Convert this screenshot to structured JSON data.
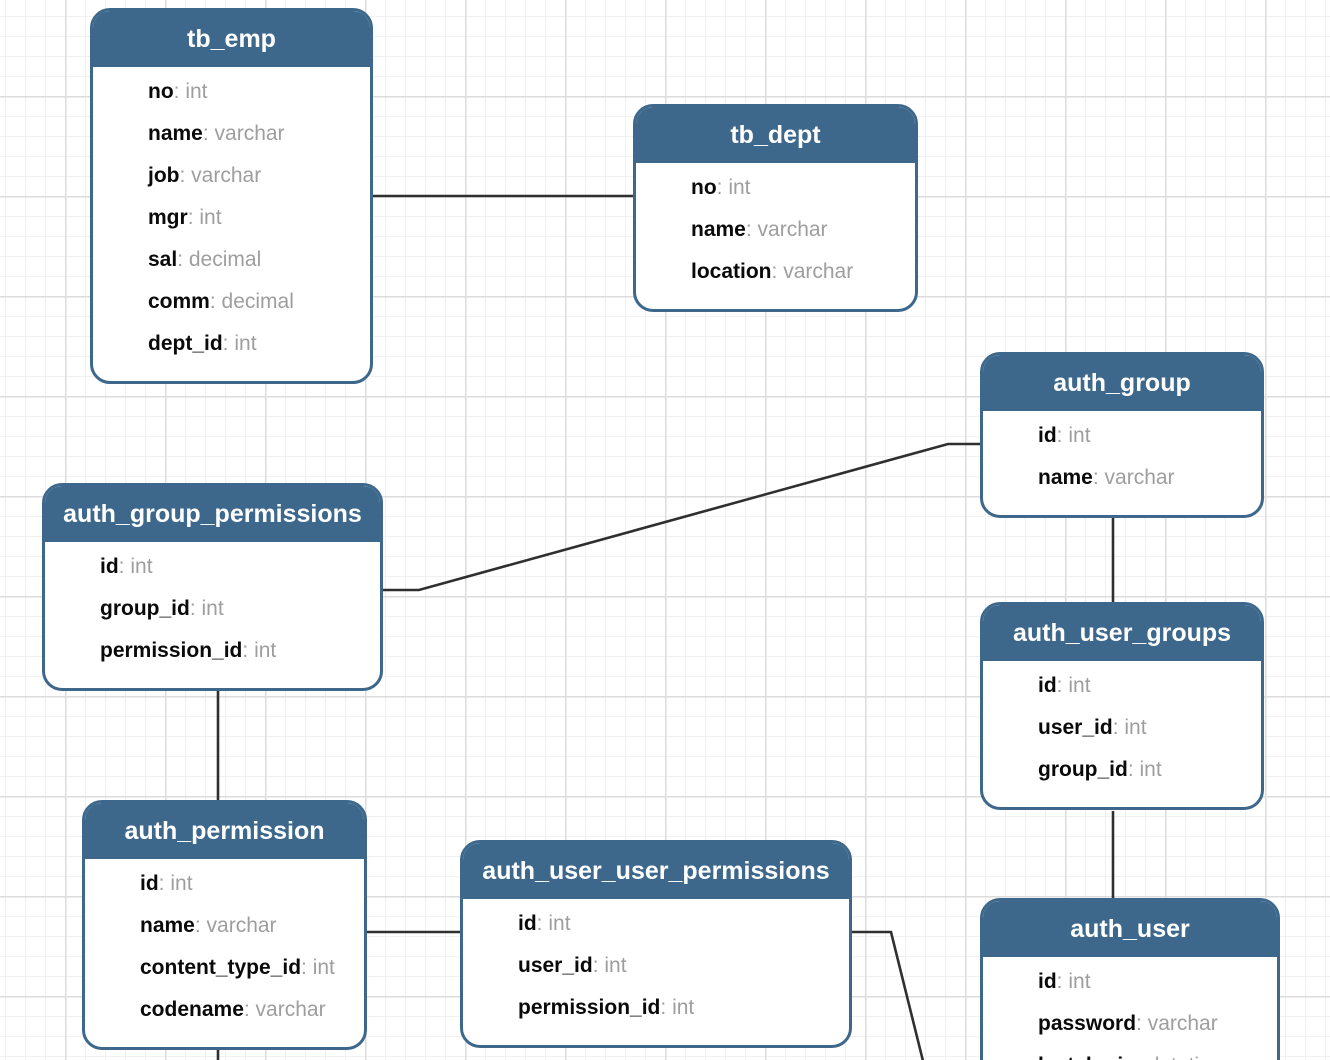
{
  "diagram": {
    "kind": "database-schema-er-diagram",
    "colors": {
      "table_accent": "#3d688c",
      "table_body": "#ffffff",
      "field_name": "#0a0a0a",
      "field_type": "#9e9e9e",
      "connection_line": "#2f2f2f",
      "grid_minor": "#f0f0f0",
      "grid_major": "#dcdcdc",
      "background": "#ffffff"
    }
  },
  "tables": [
    {
      "title": "tb_emp",
      "fields": [
        {
          "name": "no",
          "type": "int"
        },
        {
          "name": "name",
          "type": "varchar"
        },
        {
          "name": "job",
          "type": "varchar"
        },
        {
          "name": "mgr",
          "type": "int"
        },
        {
          "name": "sal",
          "type": "decimal"
        },
        {
          "name": "comm",
          "type": "decimal"
        },
        {
          "name": "dept_id",
          "type": "int"
        }
      ]
    },
    {
      "title": "tb_dept",
      "fields": [
        {
          "name": "no",
          "type": "int"
        },
        {
          "name": "name",
          "type": "varchar"
        },
        {
          "name": "location",
          "type": "varchar"
        }
      ]
    },
    {
      "title": "auth_group",
      "fields": [
        {
          "name": "id",
          "type": "int"
        },
        {
          "name": "name",
          "type": "varchar"
        }
      ]
    },
    {
      "title": "auth_group_permissions",
      "fields": [
        {
          "name": "id",
          "type": "int"
        },
        {
          "name": "group_id",
          "type": "int"
        },
        {
          "name": "permission_id",
          "type": "int"
        }
      ]
    },
    {
      "title": "auth_user_groups",
      "fields": [
        {
          "name": "id",
          "type": "int"
        },
        {
          "name": "user_id",
          "type": "int"
        },
        {
          "name": "group_id",
          "type": "int"
        }
      ]
    },
    {
      "title": "auth_permission",
      "fields": [
        {
          "name": "id",
          "type": "int"
        },
        {
          "name": "name",
          "type": "varchar"
        },
        {
          "name": "content_type_id",
          "type": "int"
        },
        {
          "name": "codename",
          "type": "varchar"
        }
      ]
    },
    {
      "title": "auth_user_user_permissions",
      "fields": [
        {
          "name": "id",
          "type": "int"
        },
        {
          "name": "user_id",
          "type": "int"
        },
        {
          "name": "permission_id",
          "type": "int"
        }
      ]
    },
    {
      "title": "auth_user",
      "fields": [
        {
          "name": "id",
          "type": "int"
        },
        {
          "name": "password",
          "type": "varchar"
        },
        {
          "name": "last_login",
          "type": "datetime"
        }
      ]
    }
  ],
  "connections": [
    {
      "from": "tb_emp",
      "to": "tb_dept"
    },
    {
      "from": "auth_group_permissions",
      "to": "auth_group"
    },
    {
      "from": "auth_group",
      "to": "auth_user_groups"
    },
    {
      "from": "auth_group_permissions",
      "to": "auth_permission"
    },
    {
      "from": "auth_user_groups",
      "to": "auth_user"
    },
    {
      "from": "auth_permission",
      "to": "auth_user_user_permissions"
    },
    {
      "from": "auth_user_user_permissions",
      "to": "auth_user"
    },
    {
      "from": "auth_permission",
      "to": "off-canvas-bottom"
    }
  ]
}
